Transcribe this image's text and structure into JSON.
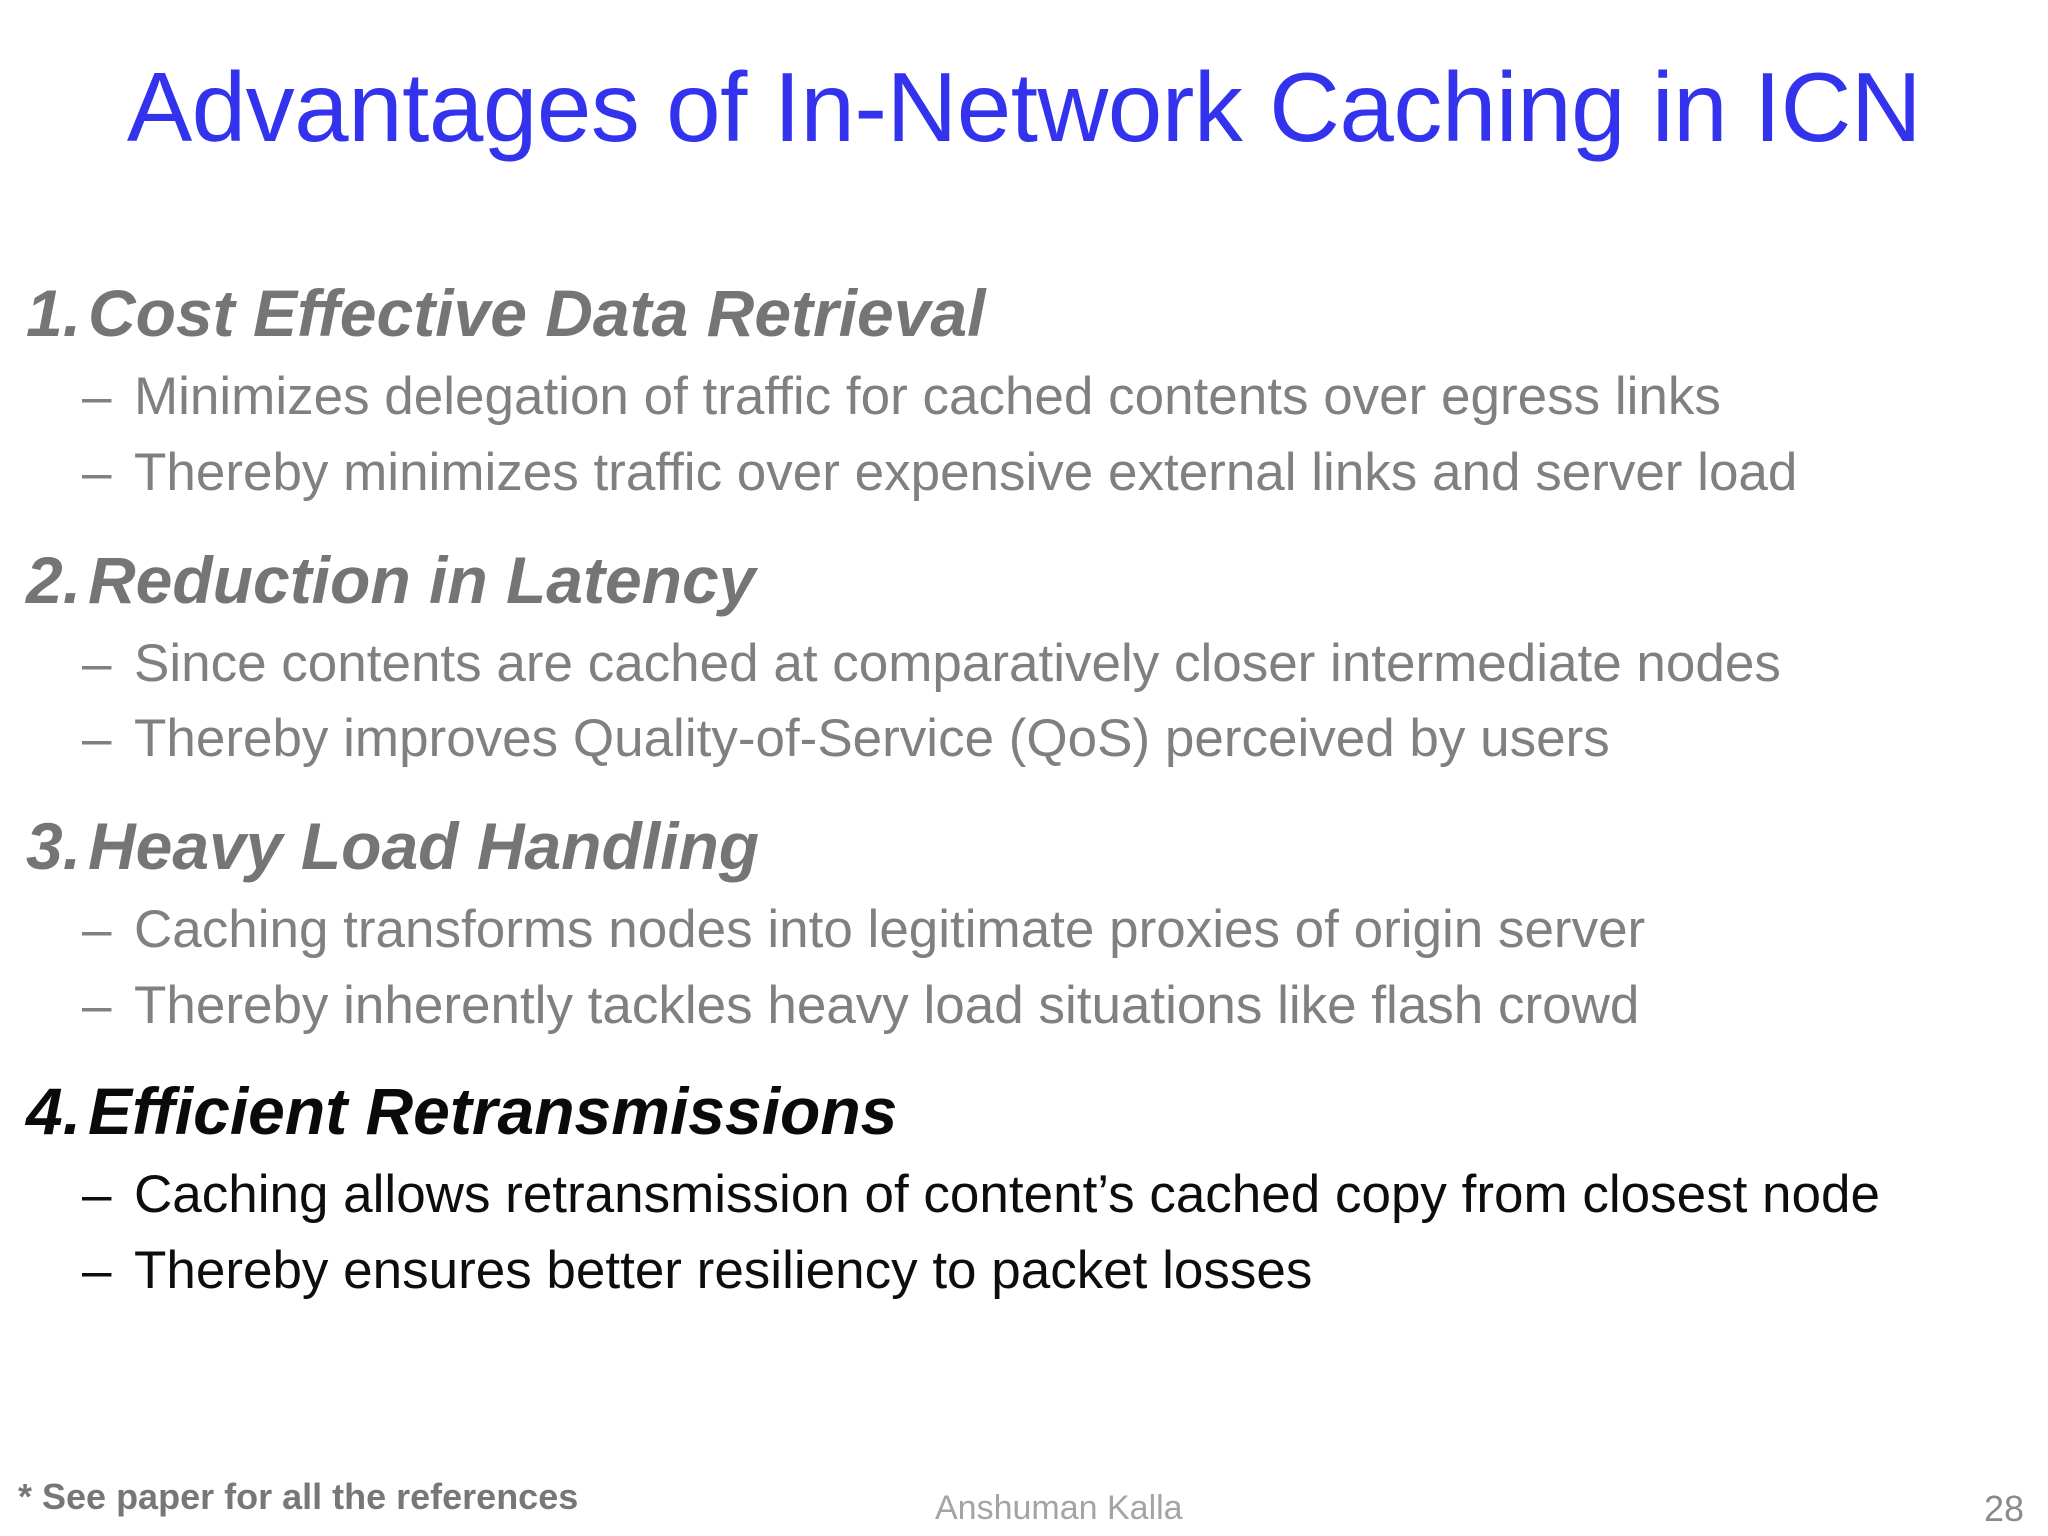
{
  "slide": {
    "title": "Advantages of In-Network Caching in ICN",
    "title_color": "#3333EE",
    "background_color": "#FFFFFF",
    "heading_color": "#757575",
    "bullet_color": "#808080",
    "emphasis_color": "#0A0A0A",
    "items": [
      {
        "number": "1.",
        "heading": "Cost Effective Data Retrieval",
        "bullet_marker": "–",
        "bullets": [
          "Minimizes delegation of traffic for cached contents over egress links",
          "Thereby minimizes traffic over expensive external links and server load"
        ]
      },
      {
        "number": "2.",
        "heading": "Reduction in Latency",
        "bullet_marker": "–",
        "bullets": [
          "Since contents are cached at comparatively closer intermediate nodes",
          "Thereby improves Quality-of-Service (QoS) perceived by users"
        ]
      },
      {
        "number": "3.",
        "heading": "Heavy Load Handling",
        "bullet_marker": "–",
        "bullets": [
          "Caching transforms nodes into legitimate proxies of origin server",
          "Thereby inherently tackles heavy load situations like flash crowd"
        ]
      },
      {
        "number": "4.",
        "heading": "Efficient Retransmissions",
        "bullet_marker": "–",
        "bullets": [
          "Caching allows retransmission of content’s cached copy from closest node",
          "Thereby ensures better resiliency to packet losses"
        ]
      }
    ],
    "footer": {
      "note": "* See paper for all the references",
      "author": "Anshuman Kalla",
      "page_number": "28"
    }
  }
}
